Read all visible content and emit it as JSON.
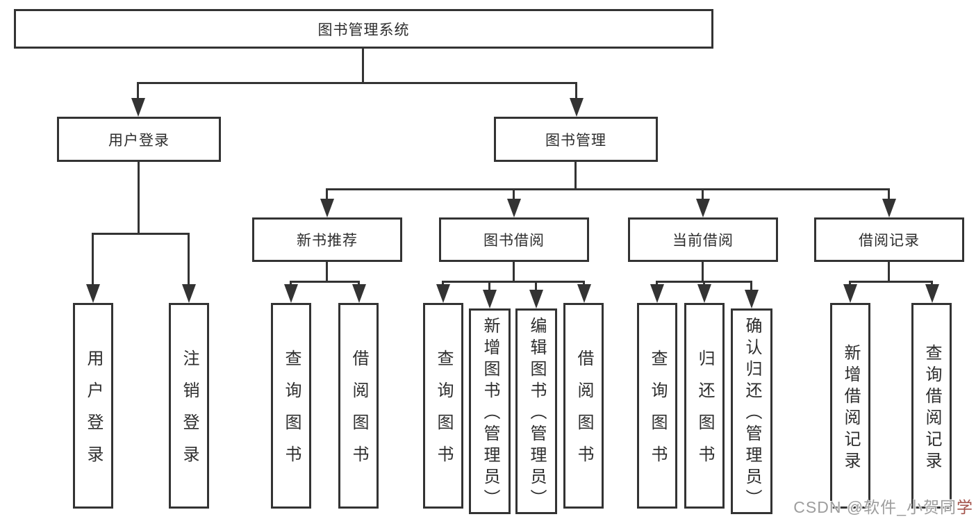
{
  "diagram": {
    "root": {
      "label": "图书管理系统"
    },
    "level1": [
      {
        "label": "用户登录"
      },
      {
        "label": "图书管理"
      }
    ],
    "level2": [
      {
        "label": "新书推荐"
      },
      {
        "label": "图书借阅"
      },
      {
        "label": "当前借阅"
      },
      {
        "label": "借阅记录"
      }
    ],
    "leaves": {
      "user_login": [
        {
          "label": "用户登录"
        },
        {
          "label": "注销登录"
        }
      ],
      "new_book_recommend": [
        {
          "label": "查询图书"
        },
        {
          "label": "借阅图书"
        }
      ],
      "book_borrow": [
        {
          "label": "查询图书"
        },
        {
          "label": "新增图书（管理员）"
        },
        {
          "label": "编辑图书（管理员）"
        },
        {
          "label": "借阅图书"
        }
      ],
      "current_borrow": [
        {
          "label": "查询图书"
        },
        {
          "label": "归还图书"
        },
        {
          "label": "确认归还（管理员）"
        }
      ],
      "borrow_record": [
        {
          "label": "新增借阅记录"
        },
        {
          "label": "查询借阅记录"
        }
      ]
    }
  },
  "watermark": {
    "main": "CSDN @软件_小贺同",
    "accent": "学"
  },
  "colors": {
    "line": "#333333",
    "text": "#2d2d2d",
    "background": "#ffffff",
    "watermark_gray": "#9d9d9d",
    "watermark_accent": "#a3524a"
  }
}
